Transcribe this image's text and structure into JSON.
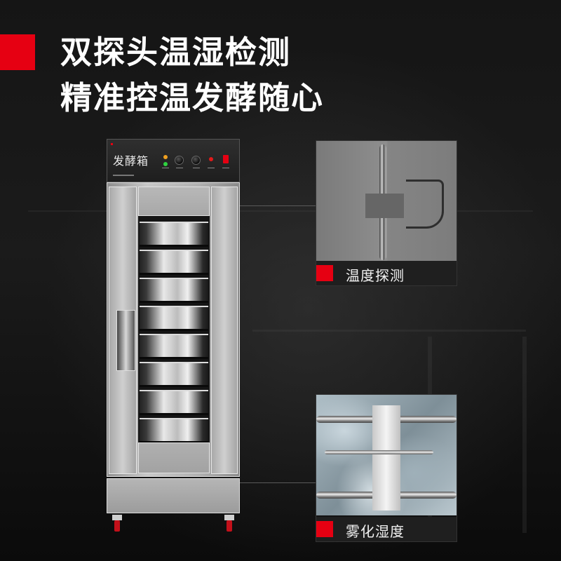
{
  "headline": {
    "line1": "双探头温湿检测",
    "line2": "精准控温发酵随心"
  },
  "product": {
    "panel_title": "发酵箱",
    "tray_count": 8,
    "controls": [
      "indicator-lights",
      "temperature-knob",
      "humidity-knob",
      "power-indicator",
      "power-switch"
    ]
  },
  "callouts": [
    {
      "caption": "温度探测",
      "icon": "temperature-probe-icon"
    },
    {
      "caption": "雾化湿度",
      "icon": "humidity-probe-icon"
    }
  ],
  "colors": {
    "accent": "#e60012",
    "background": "#141414",
    "headline": "#ffffff",
    "caption_bg": "#1f1f1f"
  }
}
